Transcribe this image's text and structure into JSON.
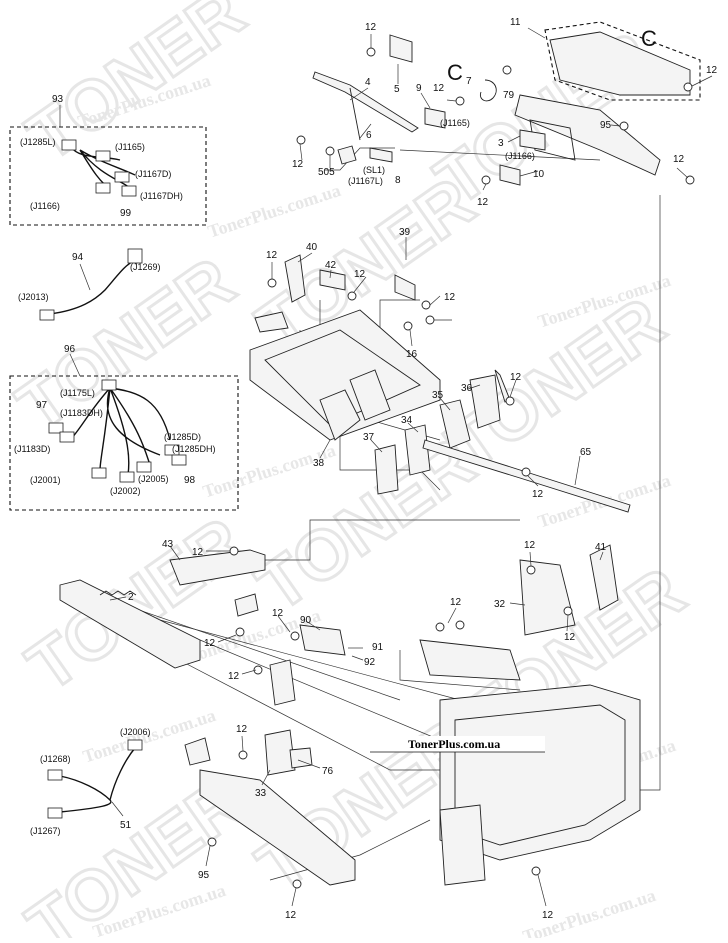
{
  "watermark": {
    "brand": "TONER",
    "site_repeat": "TonerPlus.com.ua"
  },
  "site_label": "TonerPlus.com.ua",
  "detail_marker": "C",
  "groups": {
    "harness_93": "93",
    "harness_96": "96"
  },
  "callouts": [
    "12",
    "11",
    "C",
    "12",
    "4",
    "5",
    "9",
    "7",
    "79",
    "12",
    "95",
    "6",
    "3",
    "12",
    "505",
    "8",
    "10",
    "12",
    "12",
    "40",
    "39",
    "42",
    "12",
    "12",
    "12",
    "16",
    "36",
    "12",
    "35",
    "34",
    "37",
    "38",
    "65",
    "12",
    "43",
    "12",
    "2",
    "12",
    "90",
    "12",
    "91",
    "92",
    "12",
    "41",
    "32",
    "12",
    "12",
    "12",
    "76",
    "33",
    "12",
    "95",
    "12",
    "51"
  ],
  "connectors": {
    "j1165_top": "(J1165)",
    "j1166_top": "(J1166)",
    "sl1": "(SL1)",
    "j1167l": "(J1167L)",
    "h93": [
      "(J1285L)",
      "(J1165)",
      "(J1167D)",
      "(J1166)",
      "(J1167DH)",
      "99"
    ],
    "h94": [
      "94",
      "(J1269)",
      "(J2013)"
    ],
    "h96": [
      "(J1175L)",
      "97",
      "(J1183DH)",
      "(J1183D)",
      "(J1285D)",
      "(J1285DH)",
      "98",
      "(J2001)",
      "(J2002)",
      "(J2005)"
    ],
    "h51": [
      "(J2006)",
      "(J1268)",
      "(J1267)"
    ]
  }
}
